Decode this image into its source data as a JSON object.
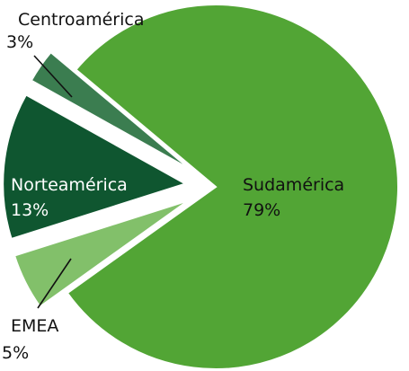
{
  "chart_data": {
    "type": "pie",
    "slices": [
      {
        "name": "Sudamérica",
        "value": 79,
        "value_label": "79%",
        "color": "#52a535"
      },
      {
        "name": "EMEA",
        "value": 5,
        "value_label": "5%",
        "color": "#82c06a"
      },
      {
        "name": "Norteamérica",
        "value": 13,
        "value_label": "13%",
        "color": "#0f5630"
      },
      {
        "name": "Centroamérica",
        "value": 3,
        "value_label": "3%",
        "color": "#3b7d50"
      }
    ],
    "exploded": [
      "EMEA",
      "Norteamérica",
      "Centroamérica"
    ],
    "legend": "none",
    "labels": "name and percent next to each slice"
  }
}
